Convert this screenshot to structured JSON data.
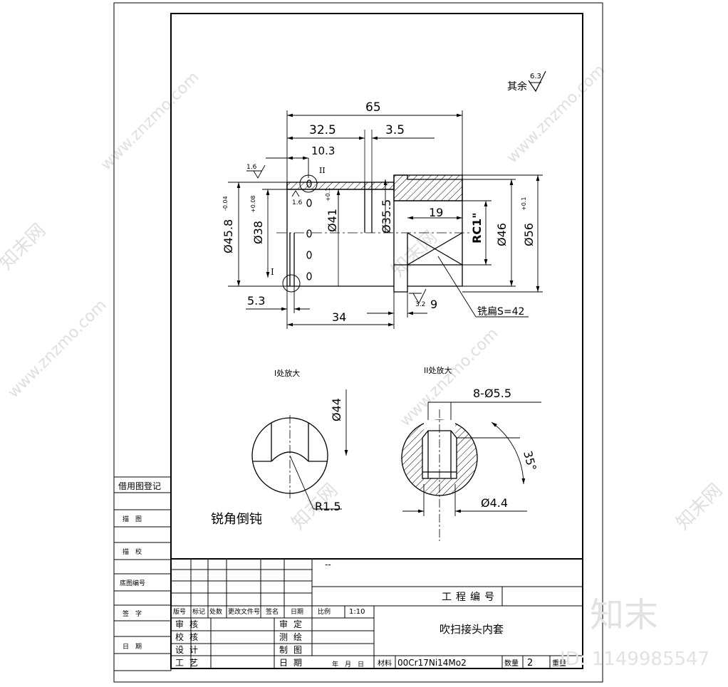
{
  "drawing": {
    "roughness_note": "其余",
    "roughness_default": "6.3",
    "roughness_a": "1.6",
    "roughness_b": "1.6",
    "roughness_c": "3.2",
    "dims": {
      "overall_length": "65",
      "len_32_5": "32.5",
      "len_3_5": "3.5",
      "len_10_3": "10.3",
      "dia_45_8": "Ø45.8",
      "dia_45_8_tol": "-0.04",
      "dia_38": "Ø38",
      "dia_38_tol": "+0.08",
      "dia_41": "Ø41",
      "dia_41_tol": "+0.1",
      "dia_35_5": "Ø35.5",
      "len_19": "19",
      "thread": "RC1\"",
      "dia_46": "Ø46",
      "dia_56": "Ø56",
      "dia_56_tol": "+0.1",
      "len_5_3": "5.3",
      "len_34": "34",
      "len_9": "9",
      "wrench": "铣扁S=42"
    },
    "marks": {
      "roman_1": "I",
      "roman_2": "II"
    },
    "detail_1": {
      "title": "I处放大",
      "dia_44": "Ø44",
      "radius": "R1.5",
      "note": "锐角倒钝"
    },
    "detail_2": {
      "title": "II处放大",
      "holes": "8-Ø5.5",
      "angle": "35°",
      "dia_4_4": "Ø4.4"
    }
  },
  "left_strip": {
    "title": "借用图登记",
    "rows": [
      "描　图",
      "描　校",
      "底图编号",
      "签　字",
      "日　期"
    ]
  },
  "title_block": {
    "dash": "--",
    "project_no_label": "工程编号",
    "rev_headers": [
      "版号",
      "标记",
      "处数",
      "更改文件号",
      "签名",
      "日期"
    ],
    "role_labels_left": [
      "审核",
      "校核",
      "设计",
      "工艺"
    ],
    "role_labels_mid": [
      "审定",
      "测绘",
      "制图",
      "日期"
    ],
    "scale_label": "比例",
    "scale_value": "1:10",
    "part_name": "吹扫接头内套",
    "date_label": "年　月　日",
    "material_label": "材料",
    "material_value": "00Cr17Ni14Mo2",
    "qty_label": "数量",
    "qty_value": "2",
    "weight_label": "重量"
  },
  "watermark": {
    "site": "www.znzmo.com",
    "brand": "知末",
    "brand_small": "知末网",
    "id_text": "ID: 1149985547"
  }
}
